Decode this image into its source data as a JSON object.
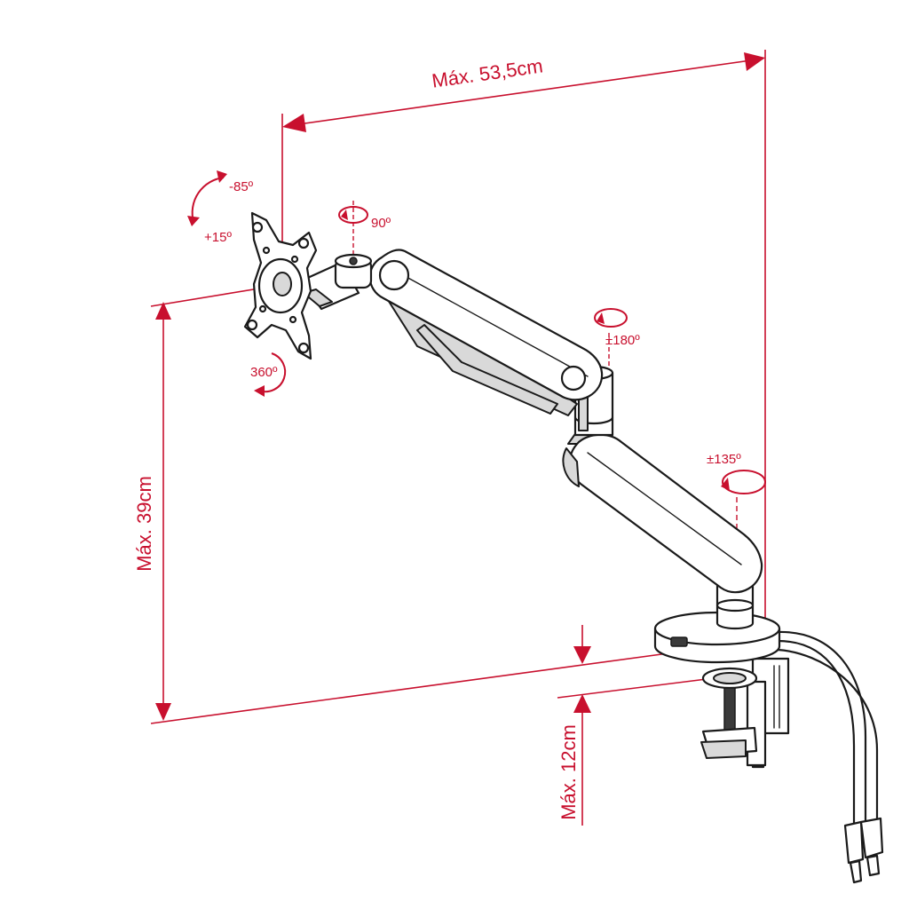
{
  "colors": {
    "dimension": "#c8102e",
    "drawing": "#1a1a1a",
    "background": "#ffffff"
  },
  "dimensions": {
    "width_label": "Máx. 53,5cm",
    "height_label": "Máx. 39cm",
    "clamp_label": "Máx. 12cm"
  },
  "angles": {
    "tilt_up": "-85º",
    "tilt_down": "+15º",
    "rotation": "360º",
    "head_swivel": "90º",
    "elbow_swivel": "±180º",
    "base_swivel": "±135º"
  }
}
